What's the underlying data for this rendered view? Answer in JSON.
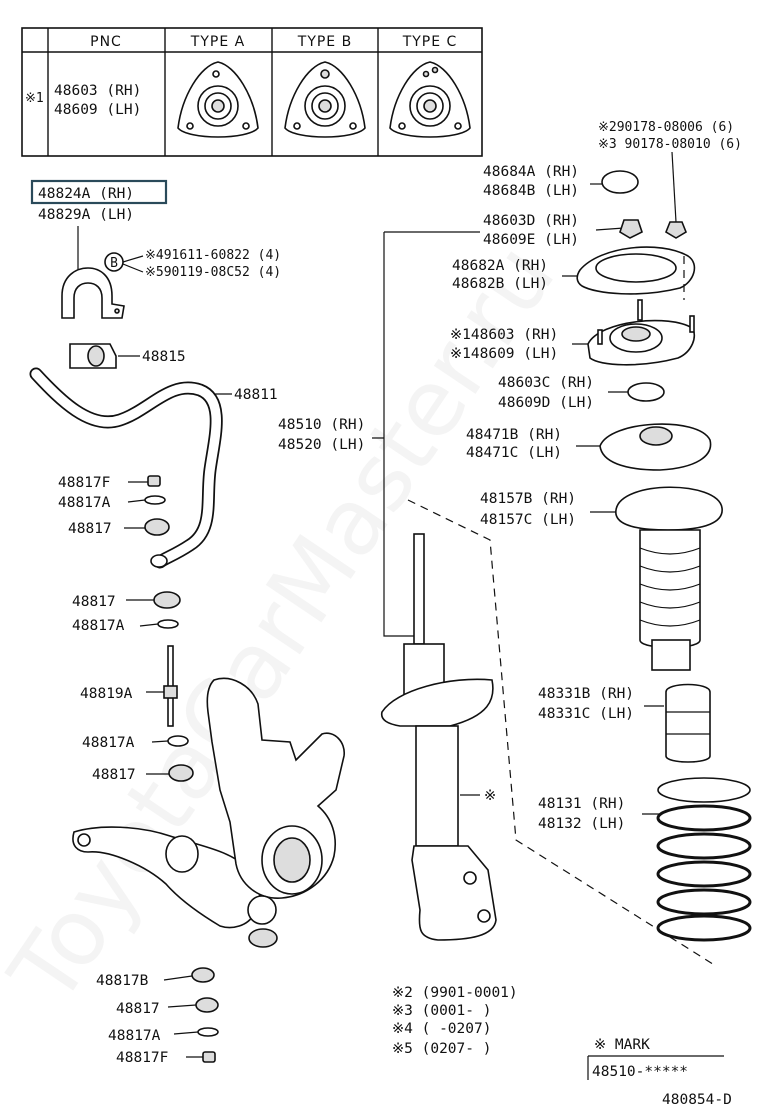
{
  "table": {
    "headers": {
      "mark": "",
      "pnc": "PNC",
      "type_a": "TYPE A",
      "type_b": "TYPE B",
      "type_c": "TYPE C"
    },
    "row_mark": "※1",
    "row_pnc_1": "48603 (RH)",
    "row_pnc_2": "48609 (LH)"
  },
  "labels": {
    "l_48824A": "48824A (RH)",
    "l_48829A": "48829A (LH)",
    "b_letter": "B",
    "l_491611": "※491611-60822 (4)",
    "l_590119": "※590119-08C52 (4)",
    "l_48815": "48815",
    "l_48811": "48811",
    "l_48817F_1": "48817F",
    "l_48817A_1": "48817A",
    "l_48817_1": "48817",
    "l_48817_2": "48817",
    "l_48817A_2": "48817A",
    "l_48819A": "48819A",
    "l_48817A_3": "48817A",
    "l_48817_3": "48817",
    "l_48817B": "48817B",
    "l_48817_4": "48817",
    "l_48817A_4": "48817A",
    "l_48817F_2": "48817F",
    "l_290178": "※290178-08006 (6)",
    "l_390178": "※3 90178-08010 (6)",
    "l_48684A": "48684A (RH)",
    "l_48684B": "48684B (LH)",
    "l_48603D": "48603D (RH)",
    "l_48609E": "48609E (LH)",
    "l_48682A": "48682A (RH)",
    "l_48682B": "48682B (LH)",
    "l_148603": "※148603 (RH)",
    "l_148609": "※148609 (LH)",
    "l_48603C": "48603C (RH)",
    "l_48609D": "48609D (LH)",
    "l_48510": "48510 (RH)",
    "l_48520": "48520 (LH)",
    "l_48471B": "48471B (RH)",
    "l_48471C": "48471C (LH)",
    "l_48157B": "48157B (RH)",
    "l_48157C": "48157C (LH)",
    "l_48331B": "48331B (RH)",
    "l_48331C": "48331C (LH)",
    "l_strut_mark": "※",
    "l_48131": "48131 (RH)",
    "l_48132": "48132 (LH)"
  },
  "notes": {
    "n2": "※2 (9901-0001)",
    "n3": "※3 (0001-      )",
    "n4": "※4 (      -0207)",
    "n5": "※5 (0207-      )",
    "mark_title": "※ MARK",
    "mark_value": "48510-*****"
  },
  "diagram_id": "480854-D",
  "watermark": "ToyotaCarMaster.ru",
  "colors": {
    "line": "#111111",
    "highlight_box": "#2a4a5a",
    "background": "#ffffff"
  }
}
